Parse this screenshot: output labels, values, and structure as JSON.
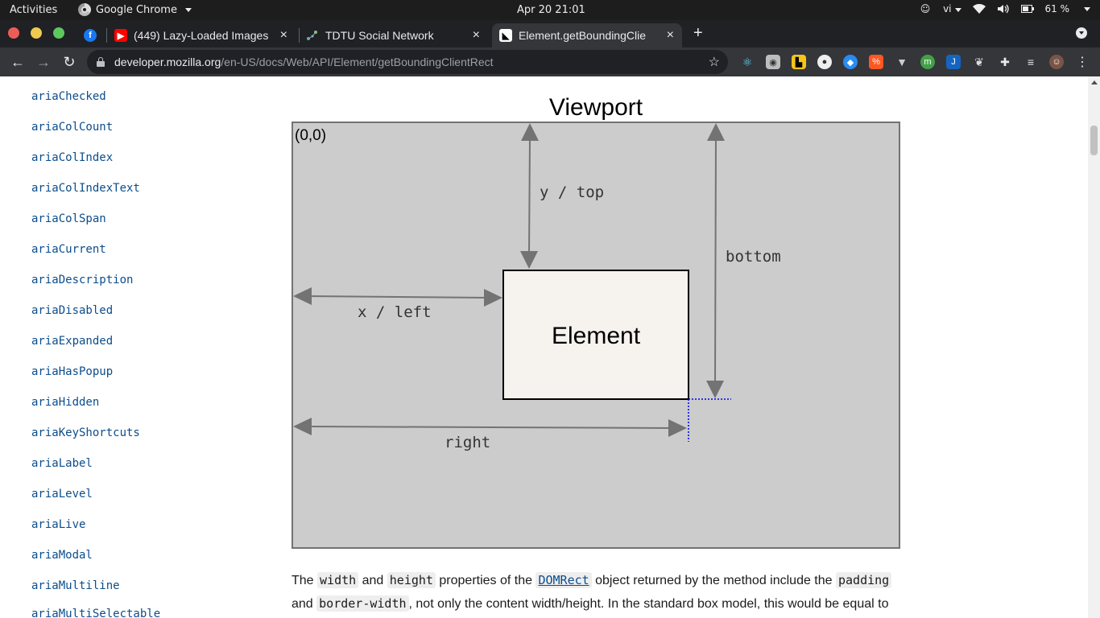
{
  "topbar": {
    "activities": "Activities",
    "app_name": "Google Chrome",
    "clock": "Apr 20  21:01",
    "lang": "vi",
    "battery": "61 %"
  },
  "tabs": [
    {
      "title": "(449) Lazy-Loaded Images",
      "favicon": "youtube-icon",
      "color": "#ff0000"
    },
    {
      "title": "TDTU Social Network",
      "favicon": "network-icon",
      "color": "#4db6ac"
    },
    {
      "title": "Element.getBoundingClie",
      "favicon": "mdn-icon",
      "color": "#ffffff"
    }
  ],
  "toolbar": {
    "url_host": "developer.mozilla.org",
    "url_path": "/en-US/docs/Web/API/Element/getBoundingClientRect"
  },
  "sidebar": {
    "items": [
      "ariaChecked",
      "ariaColCount",
      "ariaColIndex",
      "ariaColIndexText",
      "ariaColSpan",
      "ariaCurrent",
      "ariaDescription",
      "ariaDisabled",
      "ariaExpanded",
      "ariaHasPopup",
      "ariaHidden",
      "ariaKeyShortcuts",
      "ariaLabel",
      "ariaLevel",
      "ariaLive",
      "ariaModal",
      "ariaMultiline",
      "ariaMultiSelectable"
    ]
  },
  "diagram": {
    "title": "Viewport",
    "origin": "(0,0)",
    "element_label": "Element",
    "label_top": "y / top",
    "label_left": "x / left",
    "label_bottom": "bottom",
    "label_right": "right"
  },
  "content": {
    "p1_a": "The ",
    "code_width": "width",
    "p1_b": " and ",
    "code_height": "height",
    "p1_c": " properties of the ",
    "link_domrect": "DOMRect",
    "p1_d": " object returned by the method include the ",
    "code_padding": "padding",
    "p1_e": "and ",
    "code_border": "border-width",
    "p1_f": ", not only the content width/height. In the standard box model, this would be equal to"
  },
  "colors": {
    "viewport_fill": "#cccccc",
    "element_fill": "#f6f3ef",
    "arrow": "#737373",
    "dotted": "#0000ee",
    "link": "#0b4d8c"
  }
}
